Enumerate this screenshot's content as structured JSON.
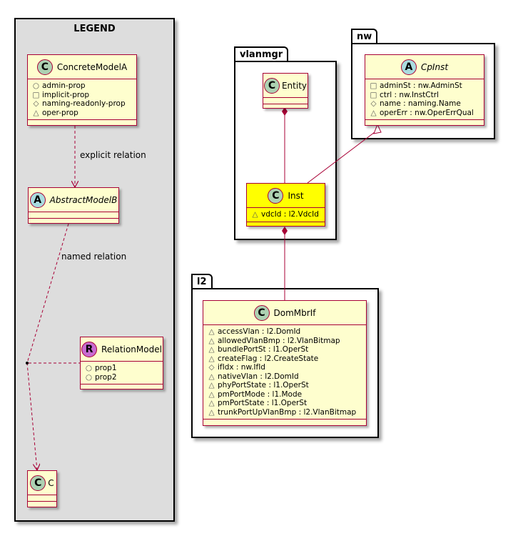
{
  "legend": {
    "title": "LEGEND",
    "concrete": {
      "stereotype": "C",
      "name": "ConcreteModelA",
      "attrs": [
        {
          "vis": "○",
          "text": "admin-prop"
        },
        {
          "vis": "□",
          "text": "implicit-prop"
        },
        {
          "vis": "◇",
          "text": "naming-readonly-prop"
        },
        {
          "vis": "△",
          "text": "oper-prop"
        }
      ]
    },
    "explicit_label": "explicit relation",
    "abstract": {
      "stereotype": "A",
      "name": "AbstractModelB"
    },
    "named_label": "named relation",
    "relation": {
      "stereotype": "R",
      "name": "RelationModel",
      "attrs": [
        {
          "vis": "○",
          "text": "prop1"
        },
        {
          "vis": "○",
          "text": "prop2"
        }
      ]
    },
    "c": {
      "stereotype": "C",
      "name": "C"
    }
  },
  "vlanmgr": {
    "title": "vlanmgr",
    "entity": {
      "stereotype": "C",
      "name": "Entity"
    },
    "inst": {
      "stereotype": "C",
      "name": "Inst",
      "attrs": [
        {
          "vis": "△",
          "text": "vdcId : l2.VdcId"
        }
      ]
    }
  },
  "nw": {
    "title": "nw",
    "cpinst": {
      "stereotype": "A",
      "name": "CpInst",
      "attrs": [
        {
          "vis": "□",
          "text": "adminSt : nw.AdminSt"
        },
        {
          "vis": "□",
          "text": "ctrl : nw.InstCtrl"
        },
        {
          "vis": "◇",
          "text": "name : naming.Name"
        },
        {
          "vis": "△",
          "text": "operErr : nw.OperErrQual"
        }
      ]
    }
  },
  "l2": {
    "title": "l2",
    "dommbrif": {
      "stereotype": "C",
      "name": "DomMbrIf",
      "attrs": [
        {
          "vis": "△",
          "text": "accessVlan : l2.DomId"
        },
        {
          "vis": "△",
          "text": "allowedVlanBmp : l2.VlanBitmap"
        },
        {
          "vis": "△",
          "text": "bundlePortSt : l1.OperSt"
        },
        {
          "vis": "△",
          "text": "createFlag : l2.CreateState"
        },
        {
          "vis": "◇",
          "text": "ifIdx : nw.IfId"
        },
        {
          "vis": "△",
          "text": "nativeVlan : l2.DomId"
        },
        {
          "vis": "△",
          "text": "phyPortState : l1.OperSt"
        },
        {
          "vis": "△",
          "text": "pmPortMode : l1.Mode"
        },
        {
          "vis": "△",
          "text": "pmPortState : l1.OperSt"
        },
        {
          "vis": "△",
          "text": "trunkPortUpVlanBmp : l2.VlanBitmap"
        }
      ]
    }
  },
  "colors": {
    "class_fill": "#fefece",
    "class_border": "#a80036",
    "highlight_fill": "#ffff00",
    "legend_fill": "#dddddd"
  }
}
